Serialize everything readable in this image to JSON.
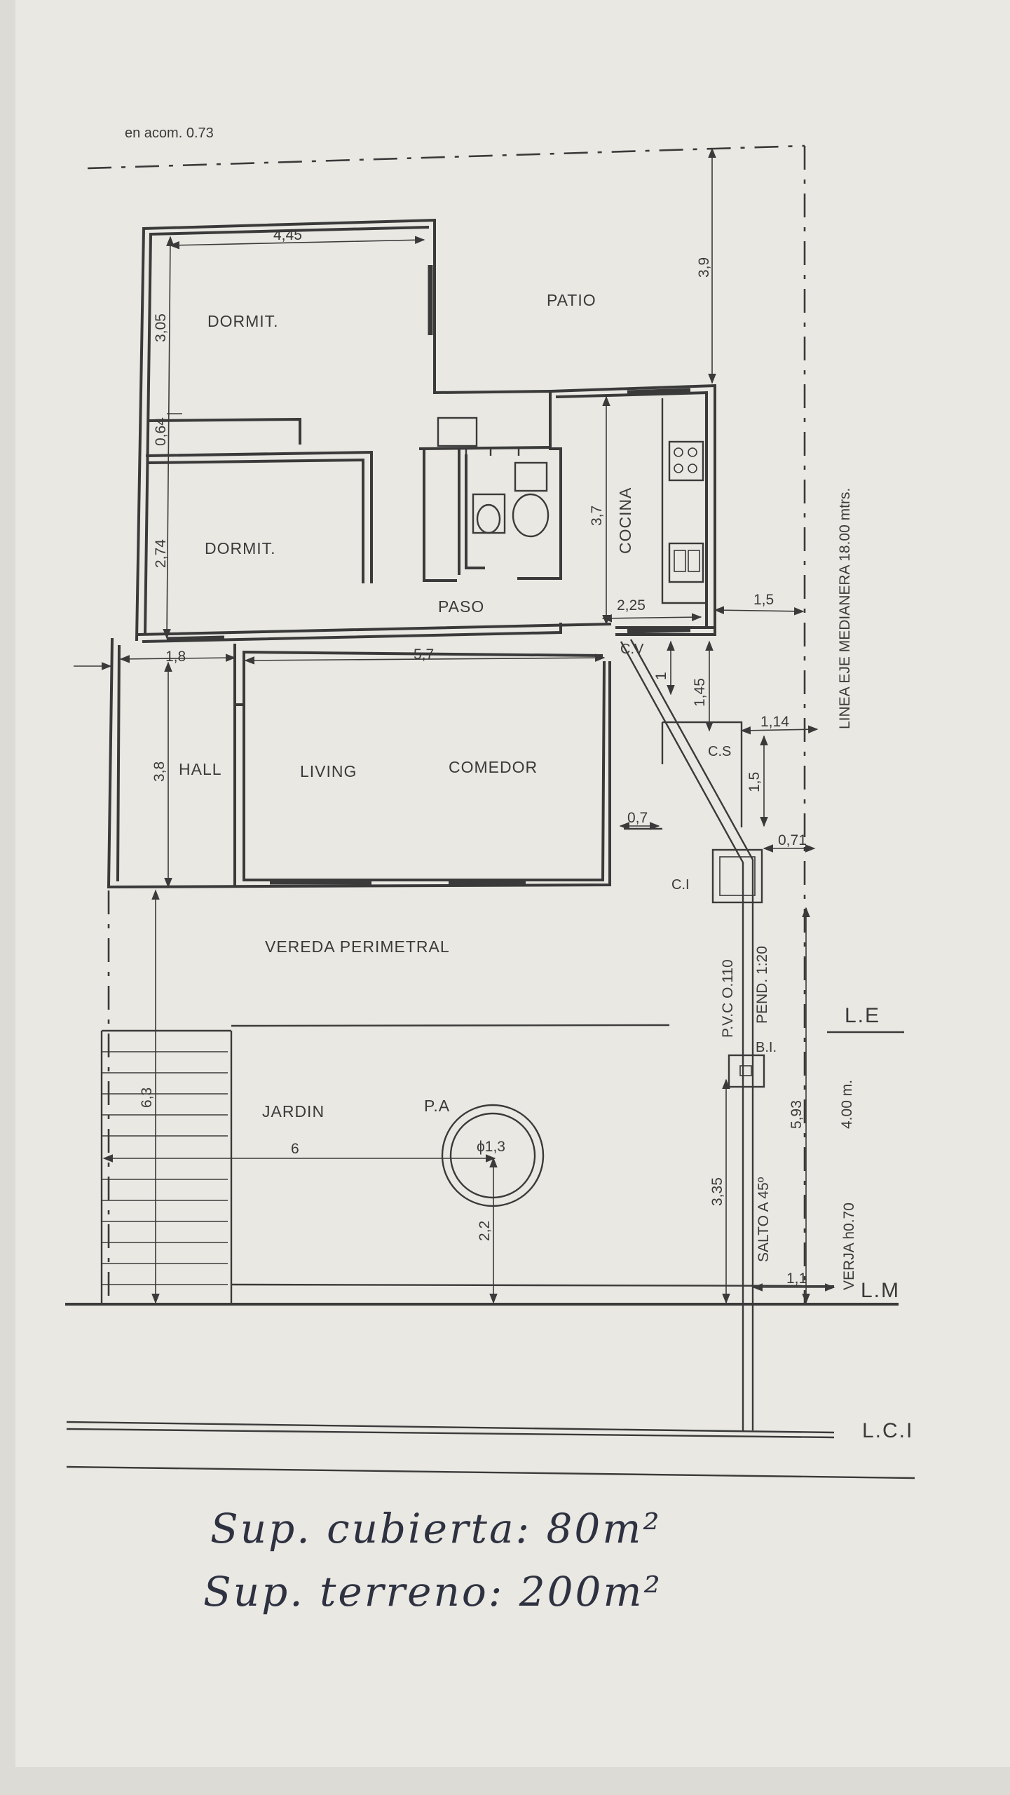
{
  "header_note": "en acom. 0.73",
  "rooms": {
    "dormit_1": "DORMIT.",
    "dormit_2": "DORMIT.",
    "patio": "PATIO",
    "cocina": "COCINA",
    "paso": "PASO",
    "hall": "HALL",
    "living": "LIVING",
    "comedor": "COMEDOR",
    "vereda": "VEREDA PERIMETRAL",
    "jardin": "JARDIN"
  },
  "fixtures": {
    "cv": "C.V",
    "cs": "C.S",
    "ci": "C.I",
    "bi": "B.I.",
    "pa": "P.A",
    "pool_diameter": "ϕ1,3"
  },
  "dimensions": {
    "d_445": "4,45",
    "d_305": "3,05",
    "d_064": "0,64",
    "d_274": "2,74",
    "d_39": "3,9",
    "d_37": "3,7",
    "d_225": "2,25",
    "d_15a": "1,5",
    "d_18": "1,8",
    "d_57": "5,7",
    "d_38": "3,8",
    "d_1": "1",
    "d_145": "1,45",
    "d_114": "1,14",
    "d_15b": "1,5",
    "d_07": "0,7",
    "d_071": "0,71",
    "d_63": "6,3",
    "d_6": "6",
    "d_22": "2,2",
    "d_335": "3,35",
    "d_593": "5,93",
    "d_11": "1,1"
  },
  "annotations": {
    "pvc": "P.V.C O.110",
    "pend": "PEND. 1:20",
    "salto": "SALTO A 45º",
    "verja": "VERJA h0.70",
    "verja_width": "4.00 m.",
    "medianera": "LINEA EJE MEDIANERA 18.00 mtrs.",
    "le": "L.E",
    "lm": "L.M",
    "lci": "L.C.I"
  },
  "surfaces": {
    "cubierta": "Sup. cubierta: 80m²",
    "terreno": "Sup. terreno: 200m²"
  }
}
